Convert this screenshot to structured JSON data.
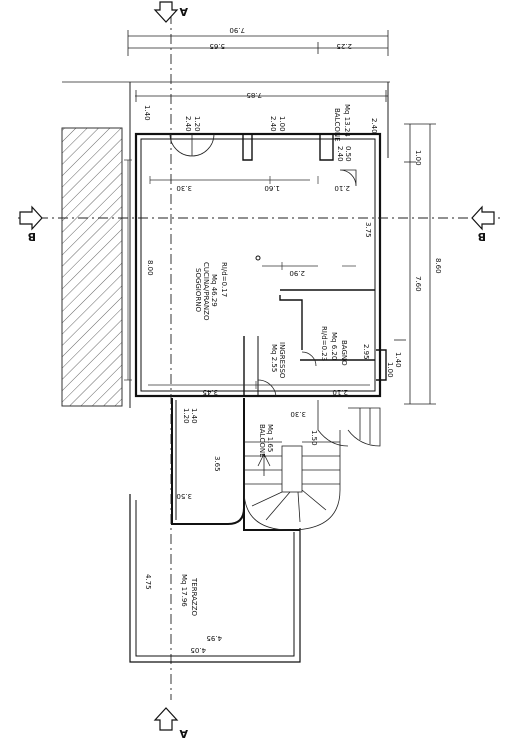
{
  "rooms": {
    "soggiorno": {
      "name": "SOGGIORNO",
      "sub": "CUCINA/PRANZO",
      "area": "Mq 46.29",
      "ratio": "RI/d=0.17"
    },
    "bagno": {
      "name": "BAGNO",
      "area": "Mq 6.20",
      "ratio": "RI/d=0.23"
    },
    "ingresso": {
      "name": "INGRESSO",
      "area": "Mq 2.55"
    },
    "balcone_top": {
      "name": "BALCONE",
      "area": "Mq 13.24"
    },
    "balcone_mid": {
      "name": "BALCONE",
      "area": "Mq 1.65"
    },
    "terrazzo": {
      "name": "TERRAZZO",
      "area": "Mq 17.96"
    }
  },
  "section_marks": {
    "a": "A",
    "b": "B"
  },
  "dimensions": {
    "total_width": "7.90",
    "width_a": "5.65",
    "width_b": "2.25",
    "balcony_width": "7.85",
    "balcony_depth": "2.40",
    "left_depth": "1.40",
    "win_1": "1.20",
    "win_1b": "2.40",
    "win_2": "1.00",
    "win_2b": "2.40",
    "small_1": "0.50",
    "small_2": "2.40",
    "right_1": "1.00",
    "right_2": "3.75",
    "right_total": "7.60",
    "overall": "8.60",
    "inner_1": "3.30",
    "inner_2": "1.60",
    "inner_3": "2.10",
    "inner_4": "2.90",
    "inner_5": "2.95",
    "left_height": "8.00",
    "bottom_1": "3.45",
    "bottom_2": "2.10",
    "bath_1": "1.40",
    "bath_2": "1.00",
    "low_1": "3.30",
    "low_2": "1.50",
    "low_3": "1.20",
    "low_4": "1.40",
    "low_5": "3.65",
    "low_6": "3.50",
    "ter_1": "4.75",
    "ter_2": "4.95",
    "ter_3": "4.05"
  }
}
